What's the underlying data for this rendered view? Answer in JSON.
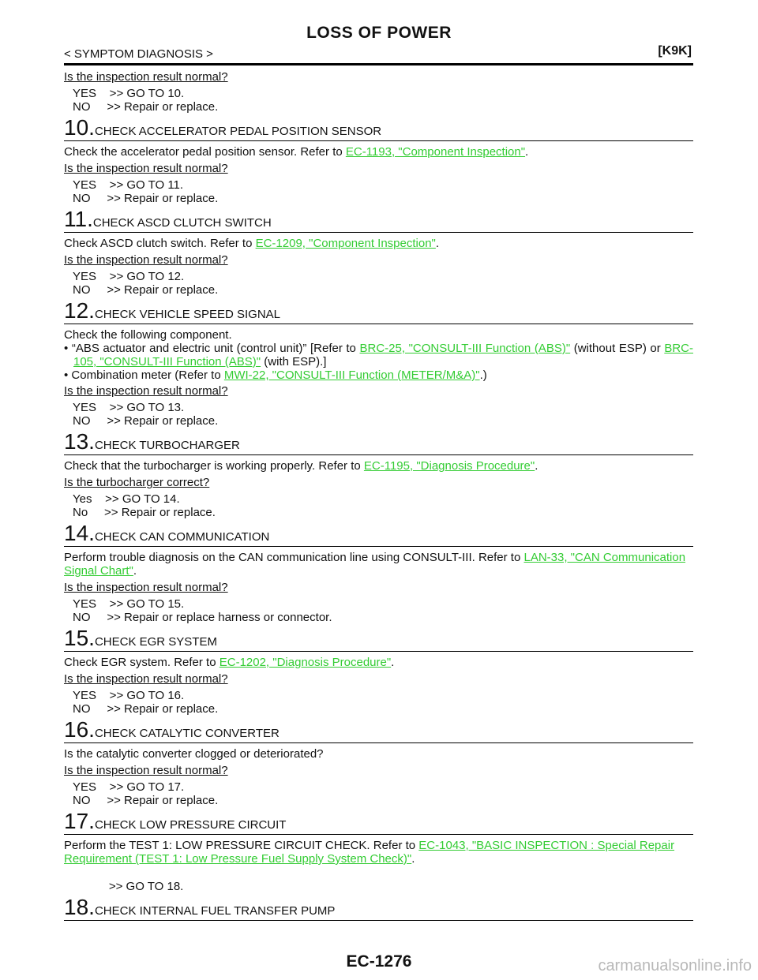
{
  "header": {
    "title": "LOSS OF POWER",
    "section": "< SYMPTOM DIAGNOSIS >",
    "code": "[K9K]"
  },
  "intro": {
    "question": "Is the inspection result normal?",
    "answers": [
      "YES    >> GO TO 10.",
      "NO     >> Repair or replace."
    ]
  },
  "steps": [
    {
      "num": "10.",
      "title": "CHECK ACCELERATOR PEDAL POSITION SENSOR",
      "text_before": "Check the accelerator pedal position sensor. Refer to ",
      "link": "EC-1193, \"Component Inspection\"",
      "text_after": ".",
      "question": "Is the inspection result normal?",
      "answers": [
        "YES    >> GO TO 11.",
        "NO     >> Repair or replace."
      ]
    },
    {
      "num": "11.",
      "title": "CHECK ASCD CLUTCH SWITCH",
      "text_before": "Check ASCD clutch switch. Refer to ",
      "link": "EC-1209, \"Component Inspection\"",
      "text_after": ".",
      "question": "Is the inspection result normal?",
      "answers": [
        "YES    >> GO TO 12.",
        "NO     >> Repair or replace."
      ]
    },
    {
      "num": "12.",
      "title": "CHECK VEHICLE SPEED SIGNAL",
      "intro": "Check the following component.",
      "b1_a": "• “ABS actuator and electric unit (control unit)” [Refer to ",
      "b1_link1": "BRC-25, \"CONSULT-III Function (ABS)\"",
      "b1_b": " (without ESP) or ",
      "b1_link2": "BRC-105, \"CONSULT-III Function (ABS)\"",
      "b1_c": " (with ESP).]",
      "b2_a": "• Combination meter (Refer to ",
      "b2_link": "MWI-22, \"CONSULT-III Function (METER/M&A)\"",
      "b2_b": ".)",
      "question": "Is the inspection result normal?",
      "answers": [
        "YES    >> GO TO 13.",
        "NO     >> Repair or replace."
      ]
    },
    {
      "num": "13.",
      "title": "CHECK TURBOCHARGER",
      "text_before": "Check that the turbocharger is working properly. Refer to ",
      "link": "EC-1195, \"Diagnosis Procedure\"",
      "text_after": ".",
      "question": "Is the turbocharger correct?",
      "answers": [
        "Yes    >> GO TO 14.",
        "No     >> Repair or replace."
      ]
    },
    {
      "num": "14.",
      "title": "CHECK CAN COMMUNICATION",
      "text_before": "Perform trouble diagnosis on the CAN communication line using CONSULT-III. Refer to ",
      "link": "LAN-33, \"CAN Communication Signal Chart\"",
      "text_after": ".",
      "question": "Is the inspection result normal?",
      "answers": [
        "YES    >> GO TO 15.",
        "NO     >> Repair or replace harness or connector."
      ]
    },
    {
      "num": "15.",
      "title": "CHECK EGR SYSTEM",
      "text_before": "Check EGR system. Refer to ",
      "link": "EC-1202, \"Diagnosis Procedure\"",
      "text_after": ".",
      "question": "Is the inspection result normal?",
      "answers": [
        "YES    >> GO TO 16.",
        "NO     >> Repair or replace."
      ]
    },
    {
      "num": "16.",
      "title": "CHECK CATALYTIC CONVERTER",
      "text": "Is the catalytic converter clogged or deteriorated?",
      "question": "Is the inspection result normal?",
      "answers": [
        "YES    >> GO TO 17.",
        "NO     >> Repair or replace."
      ]
    },
    {
      "num": "17.",
      "title": "CHECK LOW PRESSURE CIRCUIT",
      "text_before": "Perform the TEST 1: LOW PRESSURE CIRCUIT CHECK. Refer to ",
      "link": "EC-1043, \"BASIC INSPECTION : Special Repair Requirement (TEST 1: Low Pressure Fuel Supply System Check)\"",
      "text_after": ".",
      "answers": [
        "           >> GO TO 18."
      ]
    },
    {
      "num": "18.",
      "title": "CHECK INTERNAL FUEL TRANSFER PUMP"
    }
  ],
  "footer": {
    "page": "EC-1276"
  },
  "watermark": "carmanualsonline.info"
}
